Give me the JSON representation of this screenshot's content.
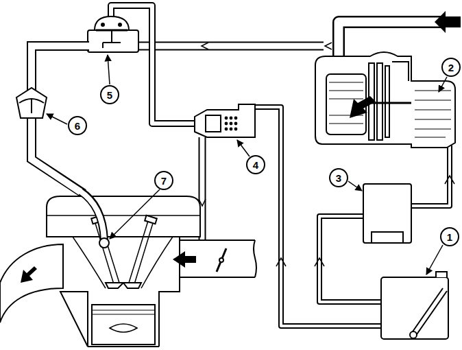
{
  "diagram": {
    "labels": [
      "2",
      "5",
      "6",
      "4",
      "3",
      "7",
      "1"
    ]
  }
}
